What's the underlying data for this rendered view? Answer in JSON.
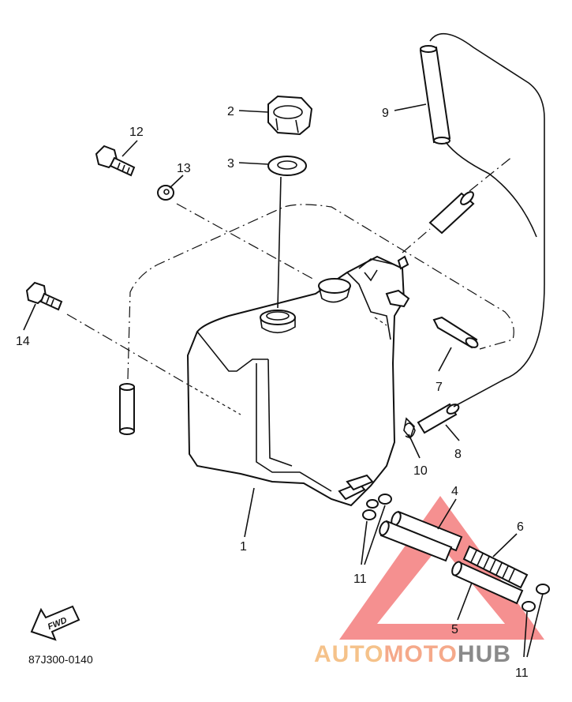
{
  "callouts": {
    "c1": "1",
    "c2": "2",
    "c3": "3",
    "c4": "4",
    "c5": "5",
    "c6": "6",
    "c7": "7",
    "c8": "8",
    "c9": "9",
    "c10": "10",
    "c11a": "11",
    "c11b": "11",
    "c12": "12",
    "c13": "13",
    "c14": "14"
  },
  "diagram_code": "87J300-0140",
  "fwd_label": "FWD",
  "watermark": {
    "part1": "AUTO",
    "part2": "MOTO",
    "part3": "HUB",
    "color1": "#f5c28a",
    "color2": "#f5a98a",
    "color3": "#8a8a8a",
    "triangle_color": "#f26b6b"
  }
}
